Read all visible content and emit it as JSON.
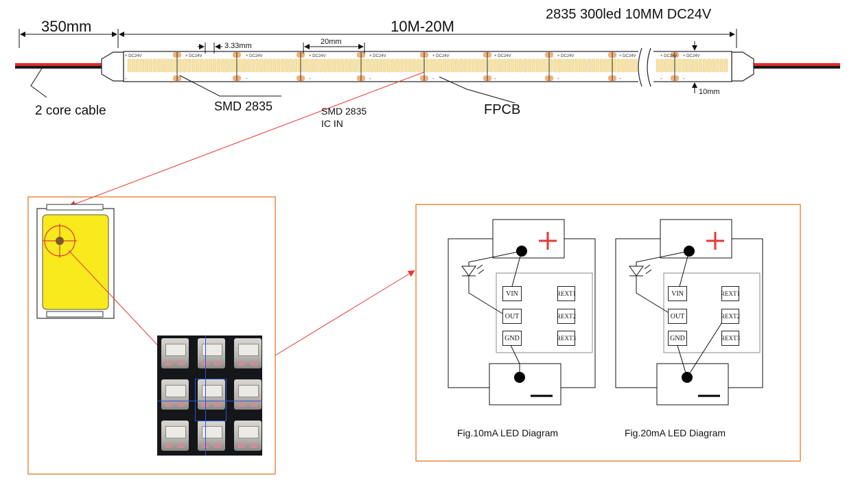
{
  "title": "2835 300led 10MM DC24V",
  "strip": {
    "cable_length": "350mm",
    "strip_length": "10M-20M",
    "segment_label": "DC24V",
    "plus": "+",
    "minus": "-",
    "pitch": "3.33mm",
    "cut_length": "20mm",
    "width": "10mm",
    "cable_label": "2 core cable",
    "smd_label": "SMD 2835",
    "ic_label_1": "SMD 2835",
    "ic_label_2": "IC IN",
    "fpcb_label": "FPCB"
  },
  "diagrams": [
    {
      "caption": "Fig.10mA  LED Diagram",
      "pins": {
        "vin": "VIN",
        "out": "OUT",
        "gnd": "GND",
        "rext1": "REXT1",
        "rext2": "REXT2",
        "rext3": "REXT3"
      }
    },
    {
      "caption": "Fig.20mA  LED Diagram",
      "pins": {
        "vin": "VIN",
        "out": "OUT",
        "gnd": "GND",
        "rext1": "REXT1",
        "rext2": "REXT2",
        "rext3": "REXT3"
      }
    }
  ],
  "colors": {
    "box_border": "#e07b2a",
    "arrow": "#e53935",
    "led_yellow": "#f8ea1c",
    "strip_led": "#f7e3a6",
    "pad_orange": "#f0b27a",
    "plus_red": "#e53935"
  }
}
